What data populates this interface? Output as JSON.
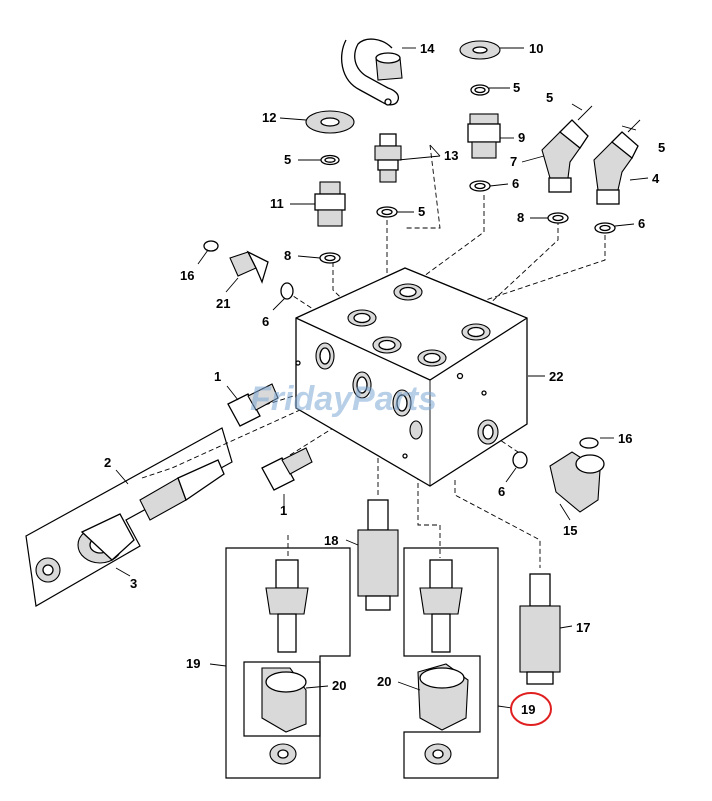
{
  "watermark": {
    "text": "FridayParts",
    "color": "#7fa8d6"
  },
  "highlight": {
    "label": "19",
    "color": "#e02020"
  },
  "callouts": [
    {
      "id": "c14",
      "label": "14"
    },
    {
      "id": "c10",
      "label": "10"
    },
    {
      "id": "c5a",
      "label": "5"
    },
    {
      "id": "c5b",
      "label": "5"
    },
    {
      "id": "c5c",
      "label": "5"
    },
    {
      "id": "c5d",
      "label": "5"
    },
    {
      "id": "c5e",
      "label": "5"
    },
    {
      "id": "c12",
      "label": "12"
    },
    {
      "id": "c13",
      "label": "13"
    },
    {
      "id": "c9",
      "label": "9"
    },
    {
      "id": "c7",
      "label": "7"
    },
    {
      "id": "c4",
      "label": "4"
    },
    {
      "id": "c11",
      "label": "11"
    },
    {
      "id": "c6a",
      "label": "6"
    },
    {
      "id": "c6b",
      "label": "6"
    },
    {
      "id": "c6c",
      "label": "6"
    },
    {
      "id": "c6d",
      "label": "6"
    },
    {
      "id": "c8a",
      "label": "8"
    },
    {
      "id": "c8b",
      "label": "8"
    },
    {
      "id": "c16a",
      "label": "16"
    },
    {
      "id": "c16b",
      "label": "16"
    },
    {
      "id": "c21",
      "label": "21"
    },
    {
      "id": "c1a",
      "label": "1"
    },
    {
      "id": "c1b",
      "label": "1"
    },
    {
      "id": "c22",
      "label": "22"
    },
    {
      "id": "c2",
      "label": "2"
    },
    {
      "id": "c3",
      "label": "3"
    },
    {
      "id": "c15",
      "label": "15"
    },
    {
      "id": "c18",
      "label": "18"
    },
    {
      "id": "c17",
      "label": "17"
    },
    {
      "id": "c19a",
      "label": "19"
    },
    {
      "id": "c20a",
      "label": "20"
    },
    {
      "id": "c20b",
      "label": "20"
    }
  ]
}
